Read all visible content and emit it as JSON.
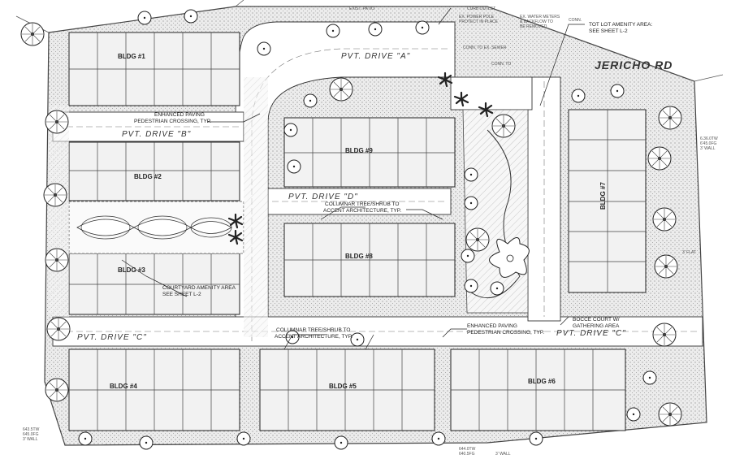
{
  "roads": {
    "jericho": "JERICHO RD",
    "drive_a": "PVT. DRIVE \"A\"",
    "drive_b": "PVT. DRIVE \"B\"",
    "drive_c_left": "PVT. DRIVE \"C\"",
    "drive_c_right": "PVT. DRIVE \"C\"",
    "drive_d": "PVT. DRIVE \"D\""
  },
  "buildings": {
    "bldg1": "BLDG #1",
    "bldg2": "BLDG #2",
    "bldg3": "BLDG #3",
    "bldg4": "BLDG #4",
    "bldg5": "BLDG #5",
    "bldg6": "BLDG #6",
    "bldg7": "BLDG #7",
    "bldg8": "BLDG #8",
    "bldg9": "BLDG #9"
  },
  "callouts": {
    "tot_lot_1": "TOT LOT AMENITY AREA:",
    "tot_lot_2": "SEE SHEET L-2",
    "paving_top_1": "ENHANCED PAVING",
    "paving_top_2": "PEDESTRIAN CROSSING, TYP.",
    "columnar_mid_1": "COLUMNAR TREE/SHRUB TO",
    "columnar_mid_2": "ACCENT ARCHITECTURE, TYP.",
    "courtyard_1": "COURTYARD AMENITY AREA",
    "courtyard_2": "SEE SHEET L-2",
    "columnar_low_1": "COLUMNAR TREE/SHRUB TO",
    "columnar_low_2": "ACCENT ARCHITECTURE, TYP.",
    "paving_low_1": "ENHANCED PAVING",
    "paving_low_2": "PEDESTRIAN CROSSING, TYP.",
    "bocce_1": "BOCCE COURT W/",
    "bocce_2": "GATHERING AREA"
  },
  "notes": {
    "exist_patio": "EXIST. PATIO",
    "curb_outlet": "CURB OUTLET",
    "power_pole_1": "EX. POWER POLE",
    "power_pole_2": "PROTECT IN PLACE",
    "water_meters_1": "EX. WATER METERS",
    "water_meters_2": "& BACKFLOW TO",
    "water_meters_3": "BE REMOVED",
    "conn_sewer": "CONN. TO EX. SEWER",
    "conn_to": "CONN. TO",
    "conn": "CONN.",
    "flat": "3' FLAT",
    "wall_right_1": "6.36.0TW",
    "wall_right_2": "6'45.0FG",
    "wall_right_3": "3' WALL",
    "wall_low_1": "643.5TW",
    "wall_low_2": "645.0FG",
    "wall_low_3": "3' WALL",
    "wall_bottom_1": "644.0TW",
    "wall_bottom_2": "640.5FG",
    "wall_bottom_3": "3' WALL"
  }
}
